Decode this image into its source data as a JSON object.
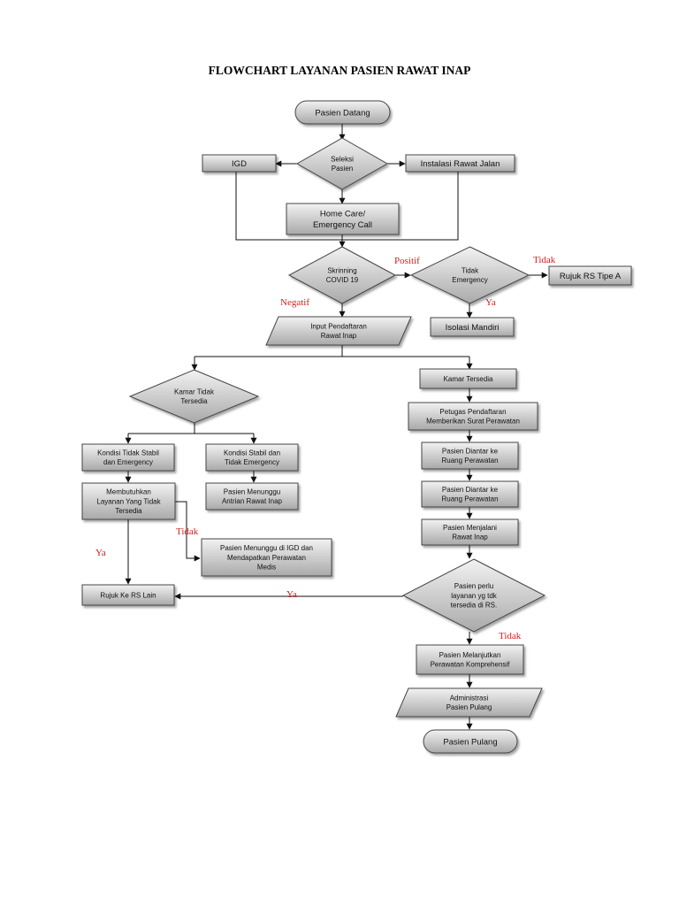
{
  "title": "FLOWCHART LAYANAN PASIEN RAWAT INAP",
  "nodes": {
    "pasien_datang": [
      "Pasien Datang"
    ],
    "seleksi_pasien": [
      "Seleksi",
      "Pasien"
    ],
    "igd": [
      "IGD"
    ],
    "instalasi_rawat_jalan": [
      "Instalasi Rawat Jalan"
    ],
    "home_care": [
      "Home Care/",
      "Emergency Call"
    ],
    "skrinning_covid": [
      "Skrinning",
      "COVID 19"
    ],
    "tidak_emergency": [
      "Tidak",
      "Emergency"
    ],
    "rujuk_rs_tipe_a": [
      "Rujuk RS Tipe A"
    ],
    "isolasi_mandiri": [
      "Isolasi Mandiri"
    ],
    "input_pendaftaran": [
      "Input Pendaftaran",
      "Rawat Inap"
    ],
    "kamar_tidak_tersedia": [
      "Kamar Tidak",
      "Tersedia"
    ],
    "kamar_tersedia": [
      "Kamar Tersedia"
    ],
    "kondisi_tidak_stabil": [
      "Kondisi Tidak Stabil",
      "dan Emergency"
    ],
    "kondisi_stabil": [
      "Kondisi Stabil dan",
      "Tidak Emergency"
    ],
    "membutuhkan_layanan": [
      "Membutuhkan",
      "Layanan Yang Tidak",
      "Tersedia"
    ],
    "pasien_menunggu_antrian": [
      "Pasien Menunggu",
      "Antrian Rawat Inap"
    ],
    "pasien_menunggu_igd": [
      "Pasien Menunggu di IGD dan",
      "Mendapatkan Perawatan",
      "Medis"
    ],
    "rujuk_rs_lain": [
      "Rujuk Ke RS Lain"
    ],
    "petugas_pendaftaran": [
      "Petugas Pendaftaran",
      "Memberikan Surat Perawatan"
    ],
    "pasien_diantar_1": [
      "Pasien Diantar ke",
      "Ruang Perawatan"
    ],
    "pasien_diantar_2": [
      "Pasien Diantar ke",
      "Ruang Perawatan"
    ],
    "pasien_menjalani": [
      "Pasien Menjalani",
      "Rawat Inap"
    ],
    "pasien_perlu_layanan": [
      "Pasien perlu",
      "layanan yg tdk",
      "tersedia di RS."
    ],
    "pasien_melanjutkan": [
      "Pasien Melanjutkan",
      "Perawatan Komprehensif"
    ],
    "administrasi": [
      "Administrasi",
      "Pasien Pulang"
    ],
    "pasien_pulang": [
      "Pasien Pulang"
    ]
  },
  "edge_labels": {
    "positif": "Positif",
    "tidak_rujuk": "Tidak",
    "ya_isolasi": "Ya",
    "negatif": "Negatif",
    "tidak_menunggu": "Tidak",
    "ya_rujuk": "Ya",
    "ya_perlu": "Ya",
    "tidak_melanjutkan": "Tidak"
  },
  "colors": {
    "shape_fill_top": "#f2f2f2",
    "shape_fill_bottom": "#a9a9a9",
    "label_red": "#d42020",
    "line": "#111111"
  }
}
